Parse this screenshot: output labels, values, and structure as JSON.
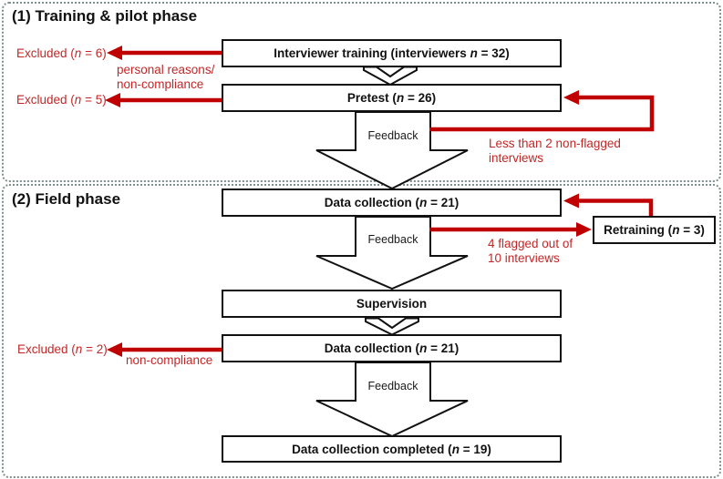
{
  "phase1": {
    "title": "(1) Training & pilot phase",
    "boxes": {
      "interviewer_training": {
        "pre": "Interviewer training (interviewers ",
        "n": "n",
        "post": " = 32)"
      },
      "pretest": {
        "pre": "Pretest (",
        "n": "n",
        "post": " = 26)"
      }
    },
    "excluded_6": {
      "pre": "Excluded (",
      "n": "n",
      "post": " = 6)"
    },
    "excluded_5": {
      "pre": "Excluded (",
      "n": "n",
      "post": " = 5)"
    },
    "exclusion_reason": {
      "line1": "personal reasons/",
      "line2": "non-compliance"
    },
    "feedback_label": "Feedback",
    "loop_note": {
      "line1": "Less than 2 non-flagged",
      "line2": "interviews"
    }
  },
  "phase2": {
    "title": "(2) Field phase",
    "boxes": {
      "data_collection_1": {
        "pre": "Data collection (",
        "n": "n",
        "post": " = 21)"
      },
      "retraining": {
        "pre": "Retraining (",
        "n": "n",
        "post": " = 3)"
      },
      "supervision": {
        "pre": "Supervision",
        "n": "",
        "post": ""
      },
      "data_collection_2": {
        "pre": "Data collection (",
        "n": "n",
        "post": " = 21)"
      },
      "completed": {
        "pre": "Data collection completed (",
        "n": "n",
        "post": " = 19)"
      }
    },
    "flag_note": {
      "line1": "4 flagged out of",
      "line2": "10 interviews"
    },
    "excluded_2": {
      "pre": "Excluded (",
      "n": "n",
      "post": " = 2)"
    },
    "exclusion_reason": "non-compliance",
    "feedback_label_1": "Feedback",
    "feedback_label_2": "Feedback"
  },
  "colors": {
    "arrow_red": "#c00000",
    "text_red": "#c22727",
    "box_outline": "#111111",
    "panel_dots": "#7f8e8e"
  }
}
